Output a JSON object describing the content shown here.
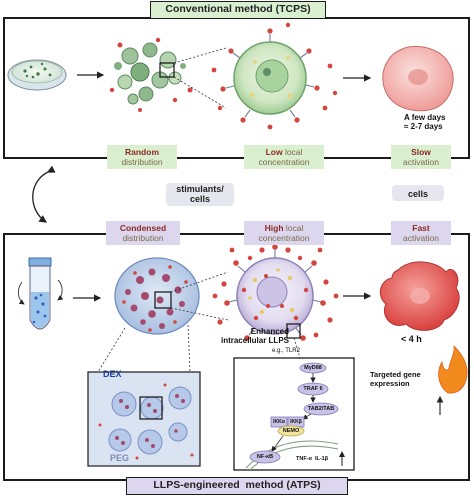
{
  "top": {
    "title": "Conventional method (TCPS)",
    "labels": [
      {
        "word1": "Random",
        "word2": "distribution"
      },
      {
        "word1": "Low",
        "word2": "local",
        "word3": "concentration"
      },
      {
        "word1": "Slow",
        "word2": "activation"
      }
    ],
    "time_line1": "A few days",
    "time_line2": "≈ 2-7 days"
  },
  "middle": {
    "stimulants_line1": "stimulants/",
    "stimulants_line2": "cells",
    "cells": "cells"
  },
  "bottom": {
    "title": "LLPS-engineered  method (ATPS)",
    "labels": [
      {
        "word1": "Condensed",
        "word2": "distribution"
      },
      {
        "word1": "High",
        "word2": "local",
        "word3": "concentration"
      },
      {
        "word1": "Fast",
        "word2": "activation"
      }
    ],
    "enhanced_line1": "Enhanced",
    "enhanced_line2": "intracellular LLPS",
    "eg": "e.g., TLR2",
    "time": "< 4 h",
    "dex": "DEX",
    "peg": "PEG",
    "targeted_line1": "Targeted gene",
    "targeted_line2": "expression",
    "pathway": {
      "myd88": "MyD88",
      "traf6": "TRAF 6",
      "tab": "TAB2/TAB",
      "ikka": "IKKα",
      "ikkb": "IKKβ",
      "nemo": "NEMO",
      "nfkb": "NF-κB",
      "cytokines": "TNF-α  IL-1β"
    }
  },
  "colors": {
    "green_fill": "#d9efd0",
    "purple_fill": "#dcd7ee",
    "dot_red": "#d2463f",
    "cell_pink": "#f2b7b4",
    "granule_green": "#5f8f66",
    "nucleus_purple": "#b9aedb"
  }
}
